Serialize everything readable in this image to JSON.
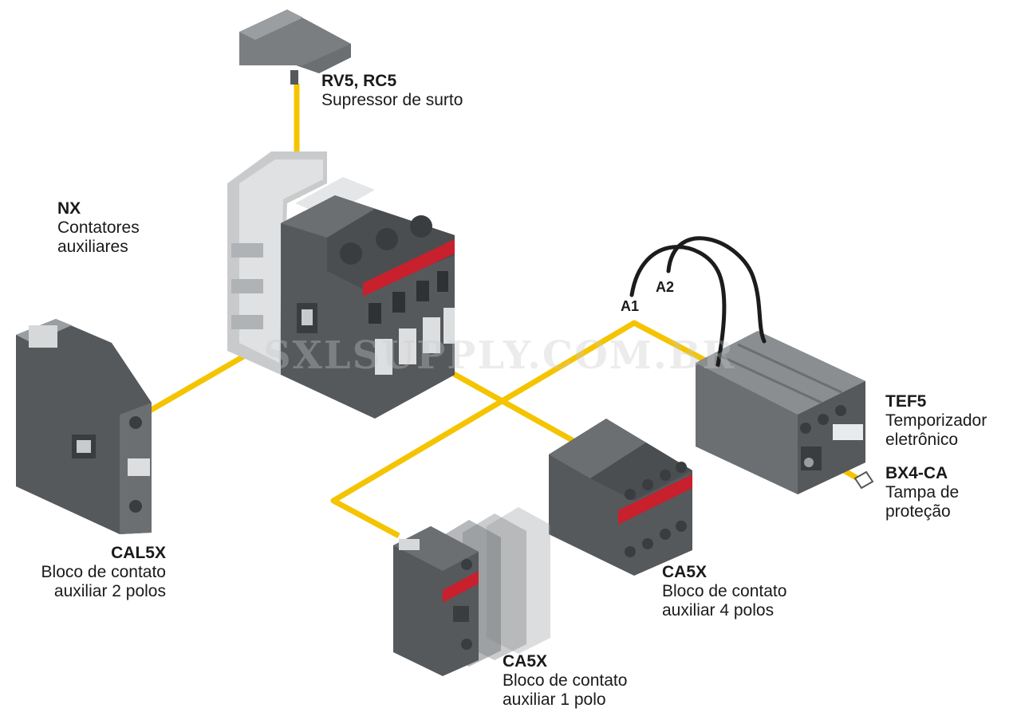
{
  "colors": {
    "connector": "#f5c400",
    "body_dark": "#55595c",
    "body_mid": "#6b6f72",
    "body_light": "#c8cacc",
    "accent_red": "#c8202c",
    "wire": "#1c1c1c"
  },
  "components": {
    "rv5": {
      "code": "RV5, RC5",
      "desc": "Supressor de surto"
    },
    "nx": {
      "code": "NX",
      "desc_1": "Contatores",
      "desc_2": "auxiliares"
    },
    "cal5x": {
      "code": "CAL5X",
      "desc_1": "Bloco de contato",
      "desc_2": "auxiliar 2 polos"
    },
    "tef5": {
      "code": "TEF5",
      "desc_1": "Temporizador",
      "desc_2": "eletrônico"
    },
    "bx4": {
      "code": "BX4-CA",
      "desc_1": "Tampa de",
      "desc_2": "proteção"
    },
    "ca5x_4": {
      "code": "CA5X",
      "desc_1": "Bloco de contato",
      "desc_2": "auxiliar 4 polos"
    },
    "ca5x_1": {
      "code": "CA5X",
      "desc_1": "Bloco de contato",
      "desc_2": "auxiliar 1 polo"
    }
  },
  "wires": {
    "a1": "A1",
    "a2": "A2"
  },
  "watermark": "SXLSUPPLY.COM.BR"
}
